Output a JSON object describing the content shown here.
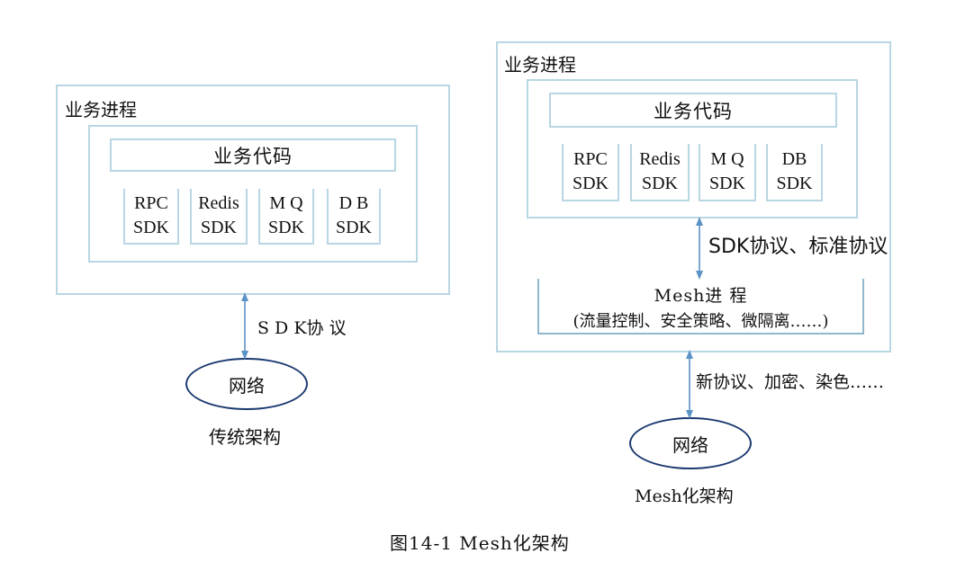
{
  "left": {
    "process_title": "业务进程",
    "biz_code": "业务代码",
    "sdks": [
      {
        "line1": "RPC",
        "line2": "SDK"
      },
      {
        "line1": "Redis",
        "line2": "SDK"
      },
      {
        "line1": "M Q",
        "line2": "SDK"
      },
      {
        "line1": "D B",
        "line2": "SDK"
      }
    ],
    "protocol": "S D K协 议",
    "network": "网络",
    "caption": "传统架构"
  },
  "right": {
    "process_title": "业务进程",
    "biz_code": "业务代码",
    "sdks": [
      {
        "line1": "RPC",
        "line2": "SDK"
      },
      {
        "line1": "Redis",
        "line2": "SDK"
      },
      {
        "line1": "M Q",
        "line2": "SDK"
      },
      {
        "line1": "DB",
        "line2": "SDK"
      }
    ],
    "sdk_protocol": "SDK协议、标准协议",
    "mesh_title": "Mesh进 程",
    "mesh_subtitle": "(流量控制、安全策略、微隔离……)",
    "network_protocol": "新协议、加密、染色……",
    "network": "网络",
    "caption": "Mesh化架构"
  },
  "figure_caption": "图14-1 Mesh化架构",
  "colors": {
    "frame": "#b9d6e3",
    "arrow": "#5b93c6",
    "ellipse": "#1b3a70"
  }
}
